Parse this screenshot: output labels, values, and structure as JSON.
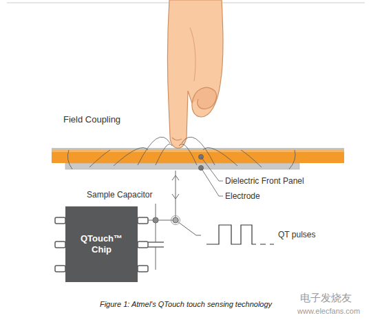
{
  "diagram": {
    "caption": "Figure 1: Atmel's QTouch touch sensing technology",
    "nodes": [
      {
        "text": [
          "QTouch™ Chip"
        ]
      }
    ],
    "labels": [
      "Field Coupling",
      "Dielectric Front Panel",
      "Electrode",
      "Sample Capacitor",
      "QT pulses",
      "电子发烧友",
      "www.elecfans.com"
    ]
  }
}
